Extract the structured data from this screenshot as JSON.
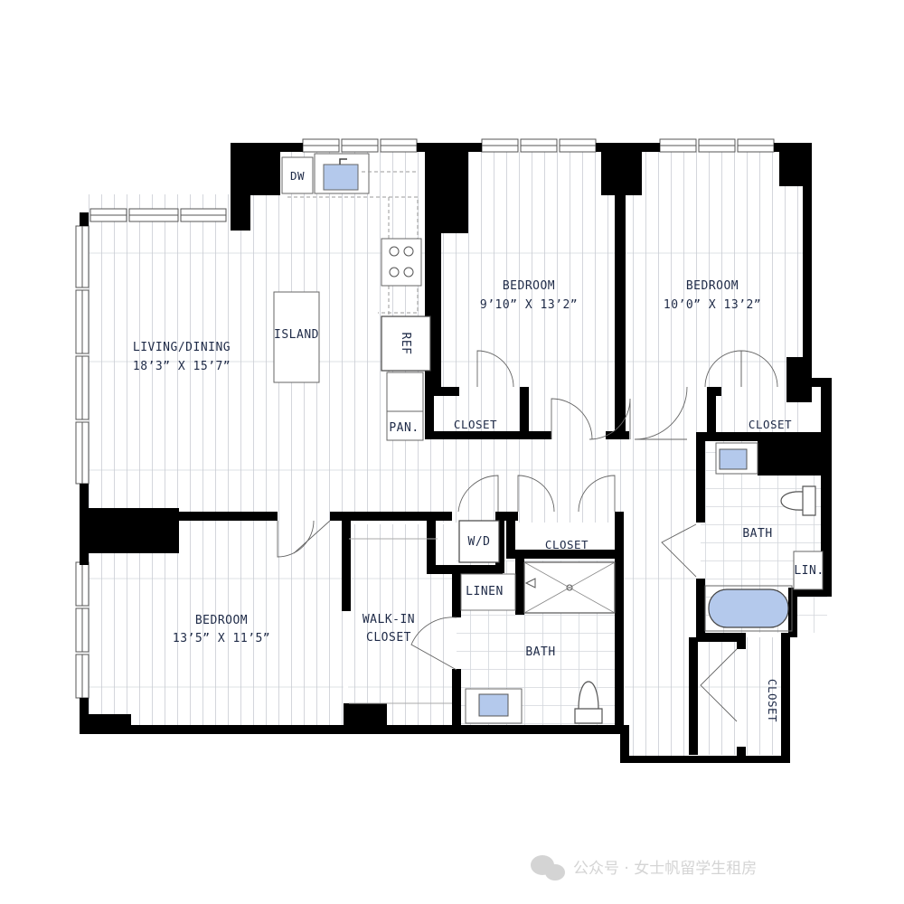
{
  "rooms": {
    "living": {
      "name": "LIVING/DINING",
      "size": "18’3” X 15’7”"
    },
    "bedroom_1": {
      "name": "BEDROOM",
      "size": "9’10” X 13’2”"
    },
    "bedroom_2": {
      "name": "BEDROOM",
      "size": "10’0” X 13’2”"
    },
    "bedroom_3": {
      "name": "BEDROOM",
      "size": "13’5” X 11’5”"
    },
    "walk_in_closet": {
      "line1": "WALK-IN",
      "line2": "CLOSET"
    },
    "bath_1": "BATH",
    "bath_2": "BATH"
  },
  "fixtures": {
    "dishwasher": "DW",
    "island": "ISLAND",
    "refrigerator": "REF",
    "pantry": "PAN.",
    "washer_dryer": "W/D",
    "linen": "LINEN",
    "linen_2": "LIN.",
    "closet_1": "CLOSET",
    "closet_2": "CLOSET",
    "closet_3": "CLOSET",
    "closet_4": "CLOSET"
  },
  "watermark": "公众号 · 女士帆留学生租房",
  "colors": {
    "wall": "#000000",
    "floor_line": "#c9ccd3",
    "fixture_blue": "#b4c9ec",
    "label": "#1e2a47"
  }
}
